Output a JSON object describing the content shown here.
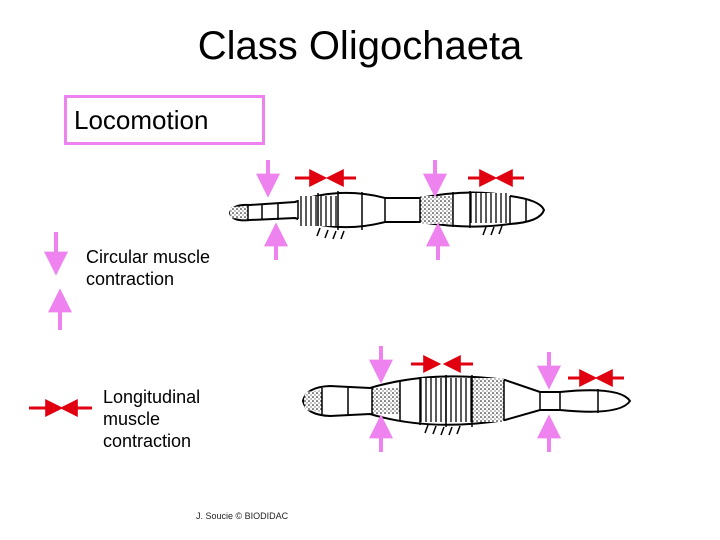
{
  "title": "Class Oligochaeta",
  "section_label": "Locomotion",
  "legend": {
    "circular_label": "Circular muscle contraction",
    "circular_lines": [
      "Circular muscle",
      "contraction"
    ],
    "longitudinal_label": "Longitudinal muscle contraction",
    "longitudinal_lines": [
      "Longitudinal",
      "muscle",
      "contraction"
    ]
  },
  "credit": "J. Soucie © BIODIDAC",
  "colors": {
    "circular_arrow": "#ee82ee",
    "longitudinal_arrow": "#e0000f",
    "box_border": "#ee82ee"
  },
  "icons": [
    "circular-contraction-arrow",
    "longitudinal-contraction-arrow",
    "earthworm-segment-drawing"
  ]
}
